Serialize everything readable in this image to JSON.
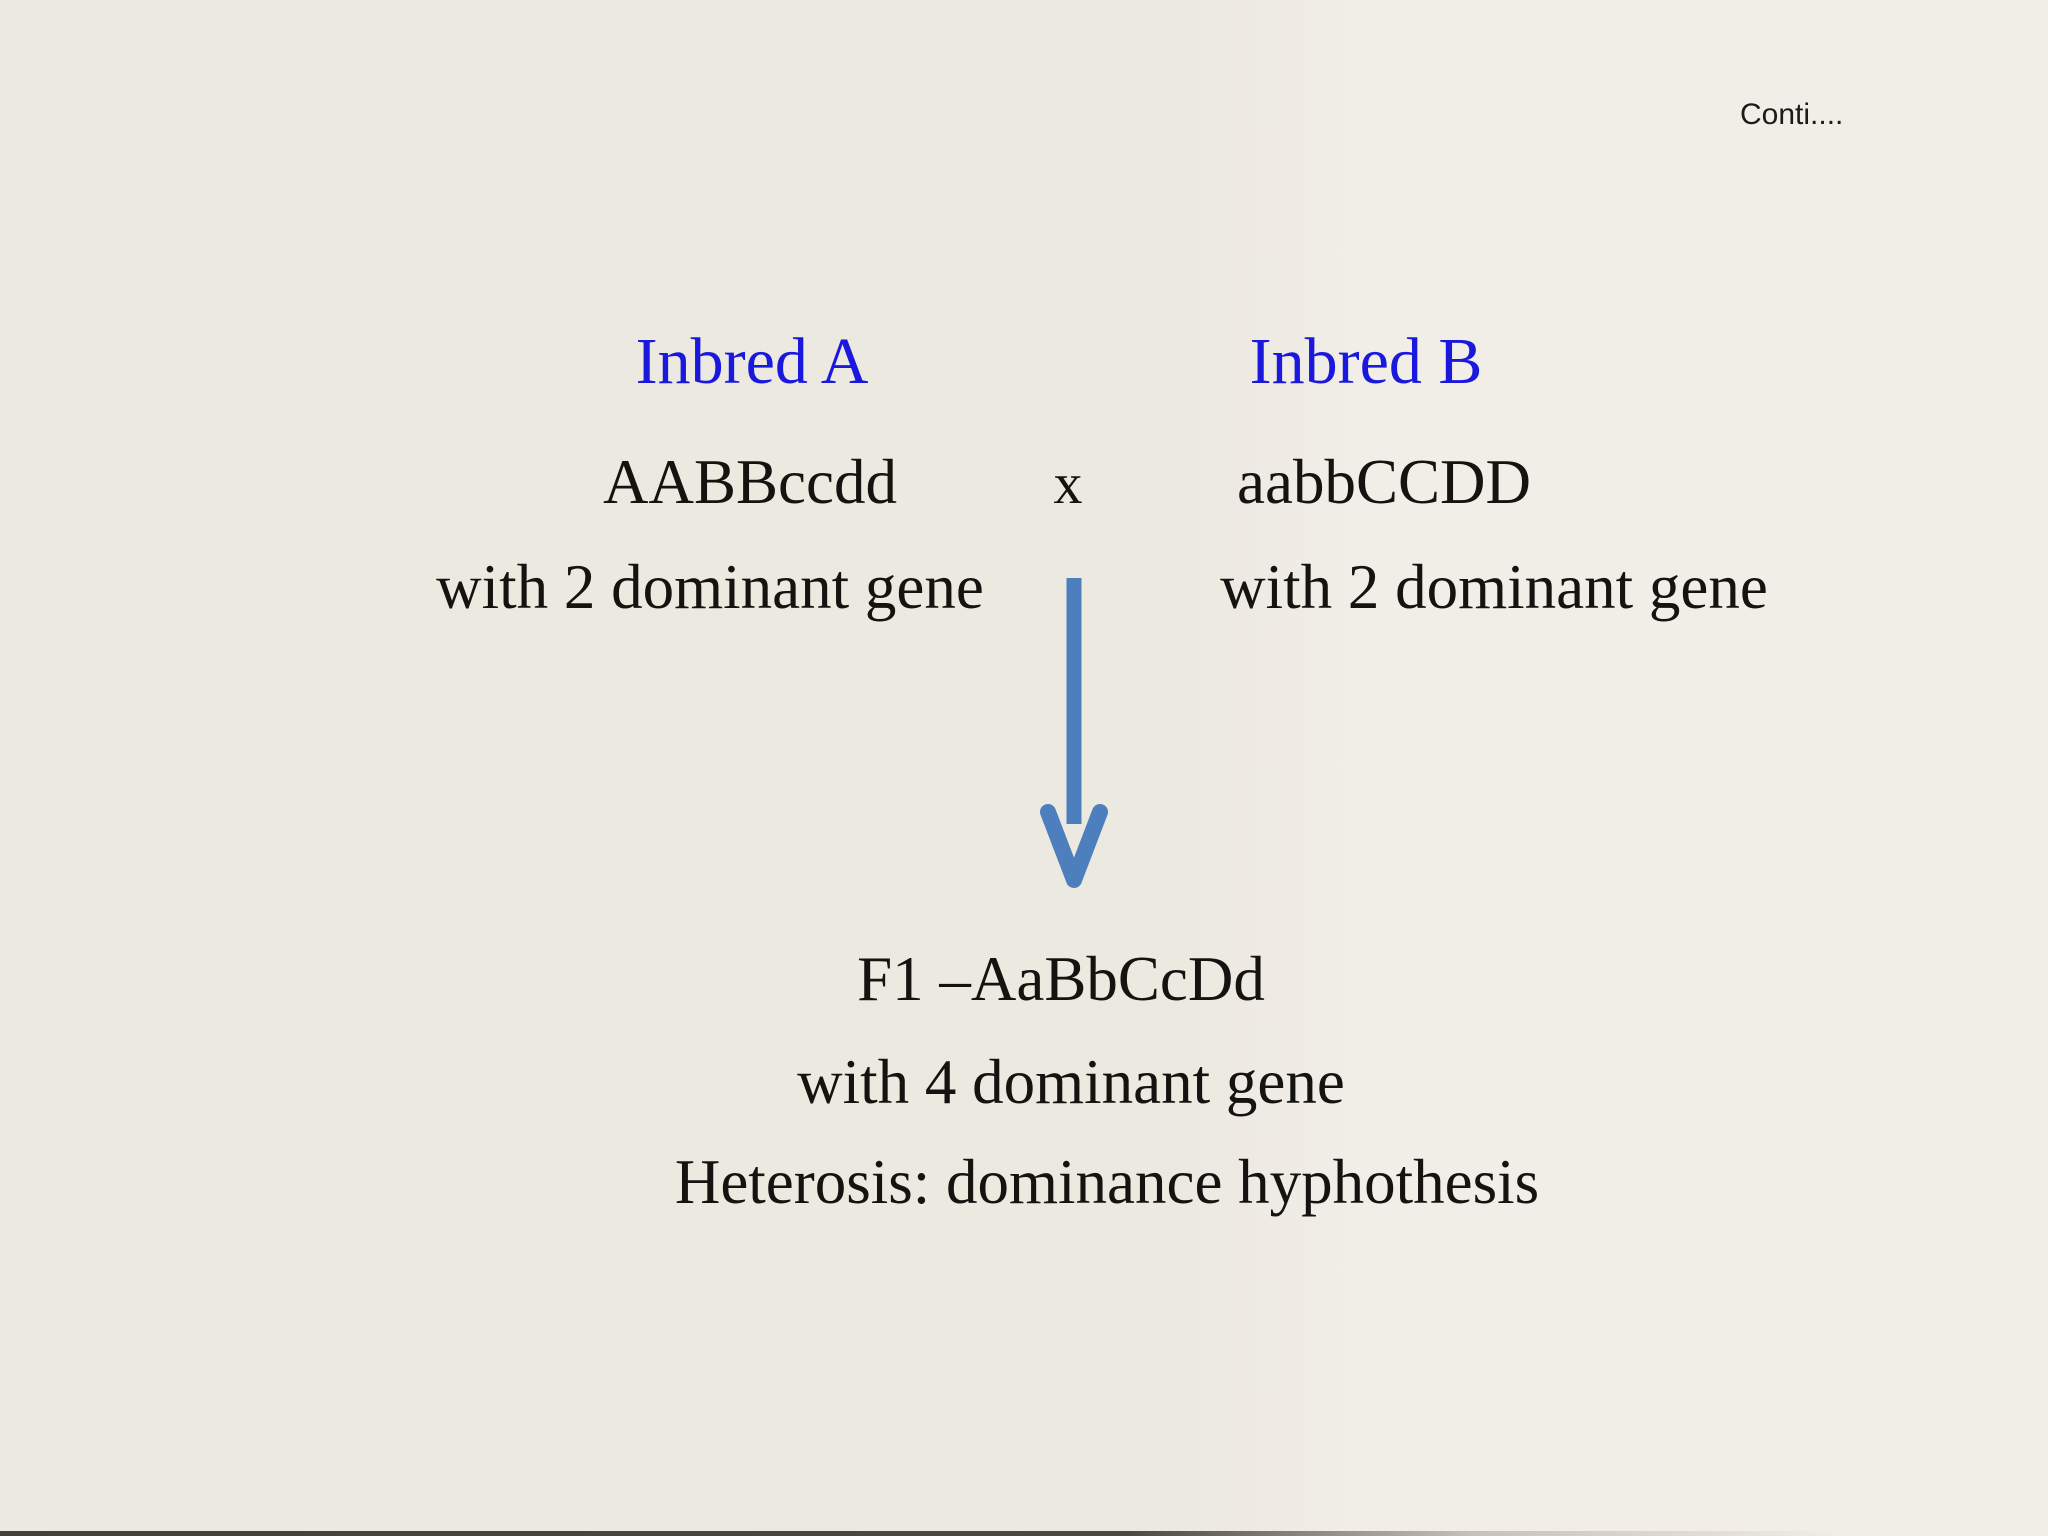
{
  "slide": {
    "continuation_label": "Conti....",
    "parents": {
      "left": {
        "title": "Inbred A",
        "genotype": "AABBccdd",
        "note": "with 2 dominant gene"
      },
      "right": {
        "title": "Inbred B",
        "genotype": "aabbCCDD",
        "note": "with 2 dominant gene"
      },
      "cross_symbol": "x"
    },
    "f1": {
      "line1": "F1 –AaBbCcDd",
      "line2": "with 4 dominant gene",
      "line3": "Heterosis: dominance hyphothesis"
    },
    "icons": {
      "down_arrow": "down-arrow-icon"
    },
    "colors": {
      "background": "#ECE9E1",
      "background_right": "#F1EDE7",
      "heading_blue": "#1A18DD",
      "text_black": "#151310",
      "arrow_blue": "#4D7EBD",
      "bottom_edge_dark": "#3A3630"
    }
  }
}
